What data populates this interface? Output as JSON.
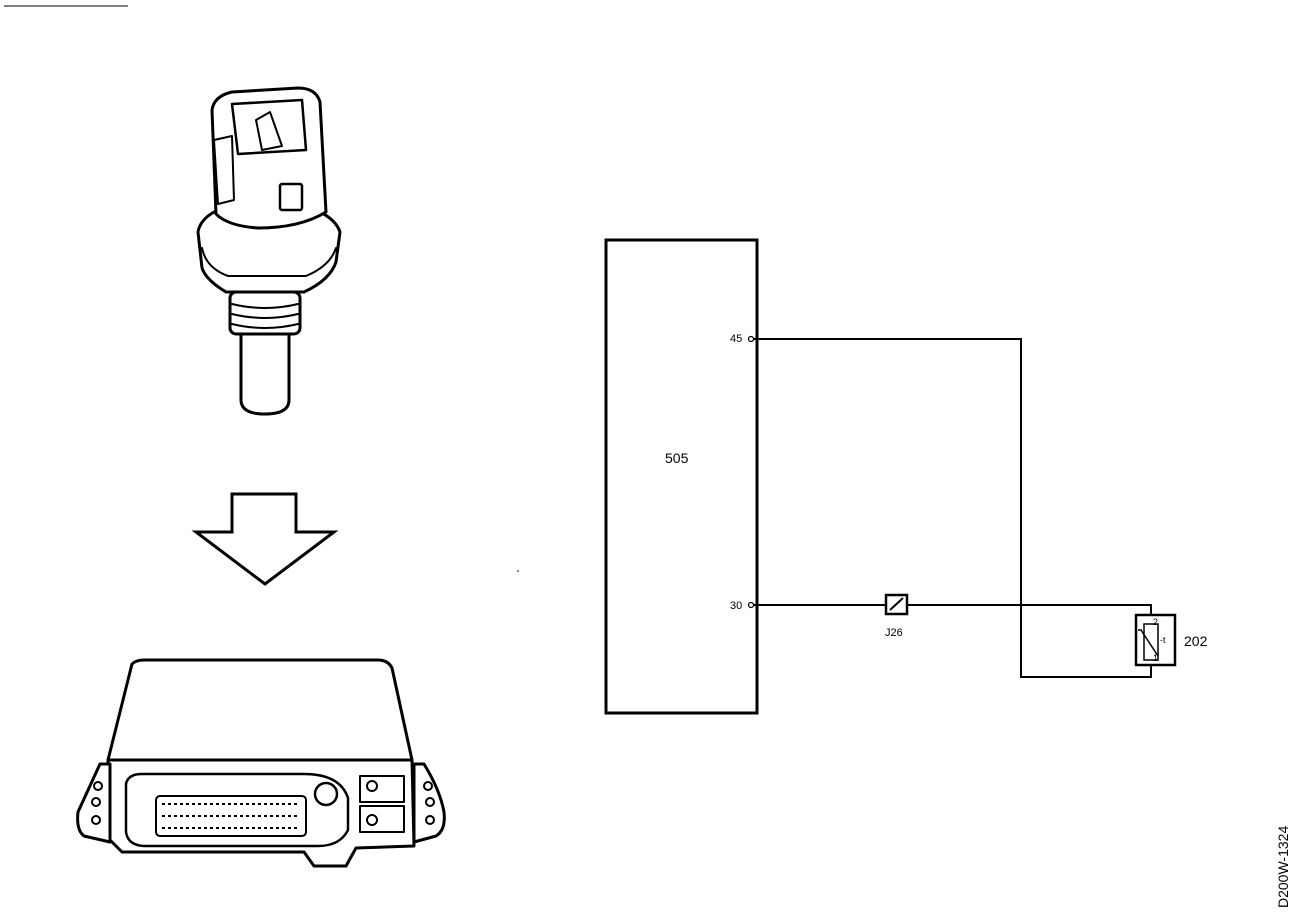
{
  "ecu_block": {
    "label": "505"
  },
  "pins": {
    "pin_top": "45",
    "pin_bottom": "30"
  },
  "connector": {
    "label": "J26"
  },
  "sensor": {
    "label": "202",
    "pin_upper": "2",
    "pin_lower": "1",
    "symbol": "-t"
  },
  "drawing_code": "D200W-1324",
  "colors": {
    "line": "#000000",
    "background": "#ffffff"
  }
}
